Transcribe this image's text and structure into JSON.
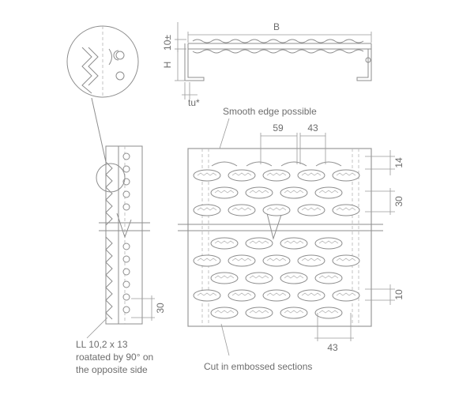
{
  "profile": {
    "width_label": "B",
    "height_label": "H",
    "thickness_label": "10±",
    "tu_label": "tu*"
  },
  "dimensions": {
    "pitch_a": "59",
    "pitch_b": "43",
    "right_top": "14",
    "right_mid": "30",
    "right_low": "10",
    "bottom": "43",
    "side_pitch": "30"
  },
  "notes": {
    "smooth_edge": "Smooth edge possible",
    "cut_in": "Cut in embossed sections",
    "hole_line1": "LL 10,2 x 13",
    "hole_line2": "roatated by 90° on",
    "hole_line3": "the opposite side"
  }
}
